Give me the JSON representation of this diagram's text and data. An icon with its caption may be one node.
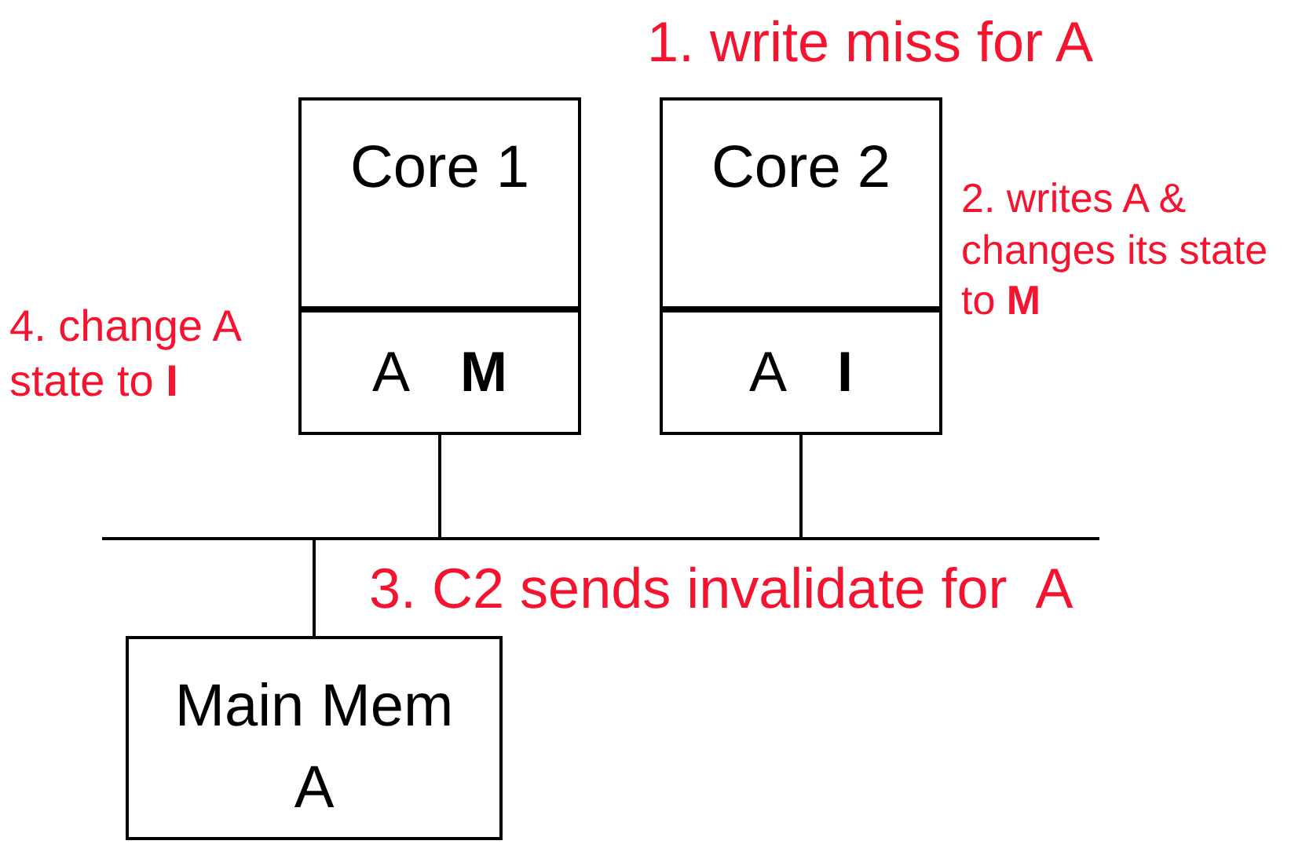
{
  "diagram": {
    "nodes": [
      {
        "text": [
          "Core 1"
        ]
      },
      {
        "text": [
          "A",
          "M"
        ]
      },
      {
        "text": [
          "Core 2"
        ]
      },
      {
        "text": [
          "A",
          "I"
        ]
      },
      {
        "text": [],
        "shape": "bar"
      },
      {
        "text": [
          "Main Mem",
          "A"
        ]
      }
    ],
    "edges": [
      {
        "from": 1,
        "to": 4,
        "arrow": "none"
      },
      {
        "from": 3,
        "to": 4,
        "arrow": "none"
      },
      {
        "from": 4,
        "to": 5,
        "arrow": "none"
      }
    ],
    "labels": [
      "1. write miss for A",
      "2. writes A & changes its state to **M**",
      "4. change A state to **I**",
      "3. C2 sends invalidate for  A"
    ]
  }
}
